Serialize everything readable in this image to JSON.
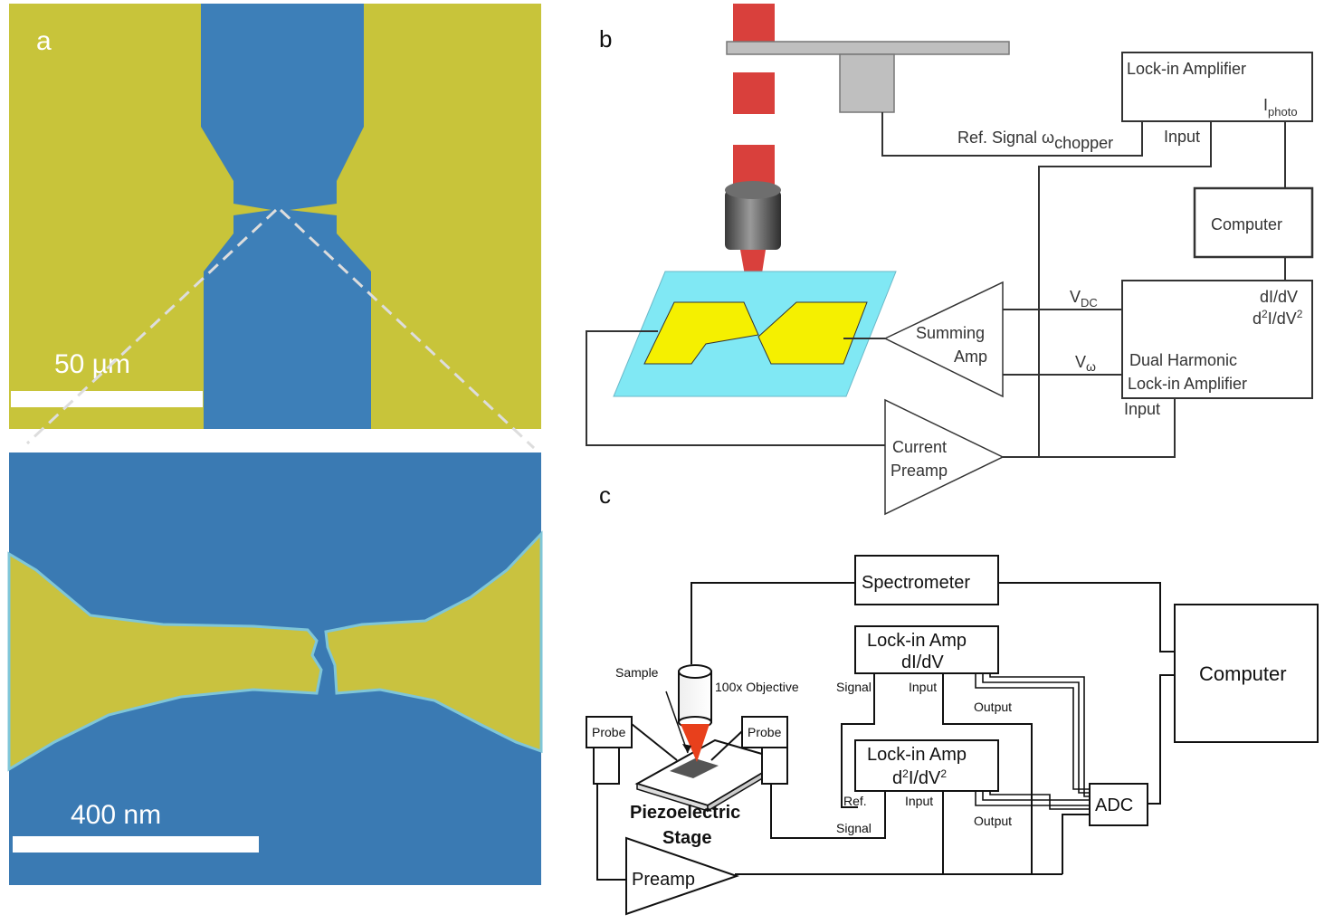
{
  "figure": {
    "panel_a": {
      "letter": "a",
      "scale_top": "50 µm",
      "scale_bottom": "400 nm"
    },
    "panel_b": {
      "letter": "b",
      "lockin_top": "Lock-in Amplifier",
      "iphoto_main": "I",
      "iphoto_sub": "photo",
      "input_top": "Input",
      "ref_signal_main": "Ref. Signal ω",
      "ref_signal_sub": "chopper",
      "computer": "Computer",
      "vdc_main": "V",
      "vdc_sub": "DC",
      "vomega_main": "V",
      "vomega_sub": "ω",
      "didv": "dI/dV",
      "d2idv2_a": "d",
      "d2idv2_b": "2",
      "d2idv2_c": "I/dV",
      "d2idv2_d": "2",
      "summing_1": "Summing",
      "summing_2": "Amp",
      "dual_1": "Dual Harmonic",
      "dual_2": "Lock-in Amplifier",
      "input_bottom": "Input",
      "preamp_1": "Current",
      "preamp_2": "Preamp"
    },
    "panel_c": {
      "letter": "c",
      "spectrometer": "Spectrometer",
      "lockin1_1": "Lock-in Amp",
      "lockin1_2": "dI/dV",
      "lockin2_1": "Lock-in Amp",
      "lockin2_2a": "d",
      "lockin2_2b": "2",
      "lockin2_2c": "I/dV",
      "lockin2_2d": "2",
      "computer": "Computer",
      "adc": "ADC",
      "sample": "Sample",
      "objective": "100x Objective",
      "signal_top": "Signal",
      "input_top": "Input",
      "output_top": "Output",
      "ref": "Ref.",
      "input_bottom": "Input",
      "output_bottom": "Output",
      "signal_bottom": "Signal",
      "probe_left": "Probe",
      "probe_right": "Probe",
      "stage_1": "Piezoelectric",
      "stage_2": "Stage",
      "preamp": "Preamp"
    }
  },
  "colors": {
    "substrate_blue": "#3d7fb8",
    "gold_yellow": "#c8c43a",
    "laser_red": "#d9403c",
    "cyan_chip": "#80e8f4",
    "chip_yellow": "#f5f000",
    "objective_red": "#e8401c"
  }
}
